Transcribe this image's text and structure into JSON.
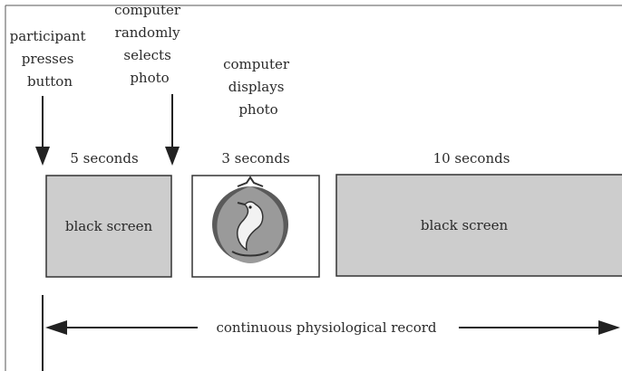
{
  "labels": {
    "participant_presses": [
      "participant",
      "presses",
      "button"
    ],
    "computer_selects": [
      "computer",
      "randomly",
      "selects",
      "photo"
    ],
    "computer_displays": [
      "computer",
      "displays",
      "photo"
    ],
    "duration_1": "5 seconds",
    "duration_2": "3 seconds",
    "duration_3": "10 seconds",
    "box_1": "black screen",
    "box_3": "black screen",
    "timeline": "continuous physiological record"
  },
  "photo_icon": "swan-emblem-icon",
  "colors": {
    "screen_fill": "#cdcdcd",
    "photo_box_fill": "#ffffff",
    "ink": "#222222"
  }
}
